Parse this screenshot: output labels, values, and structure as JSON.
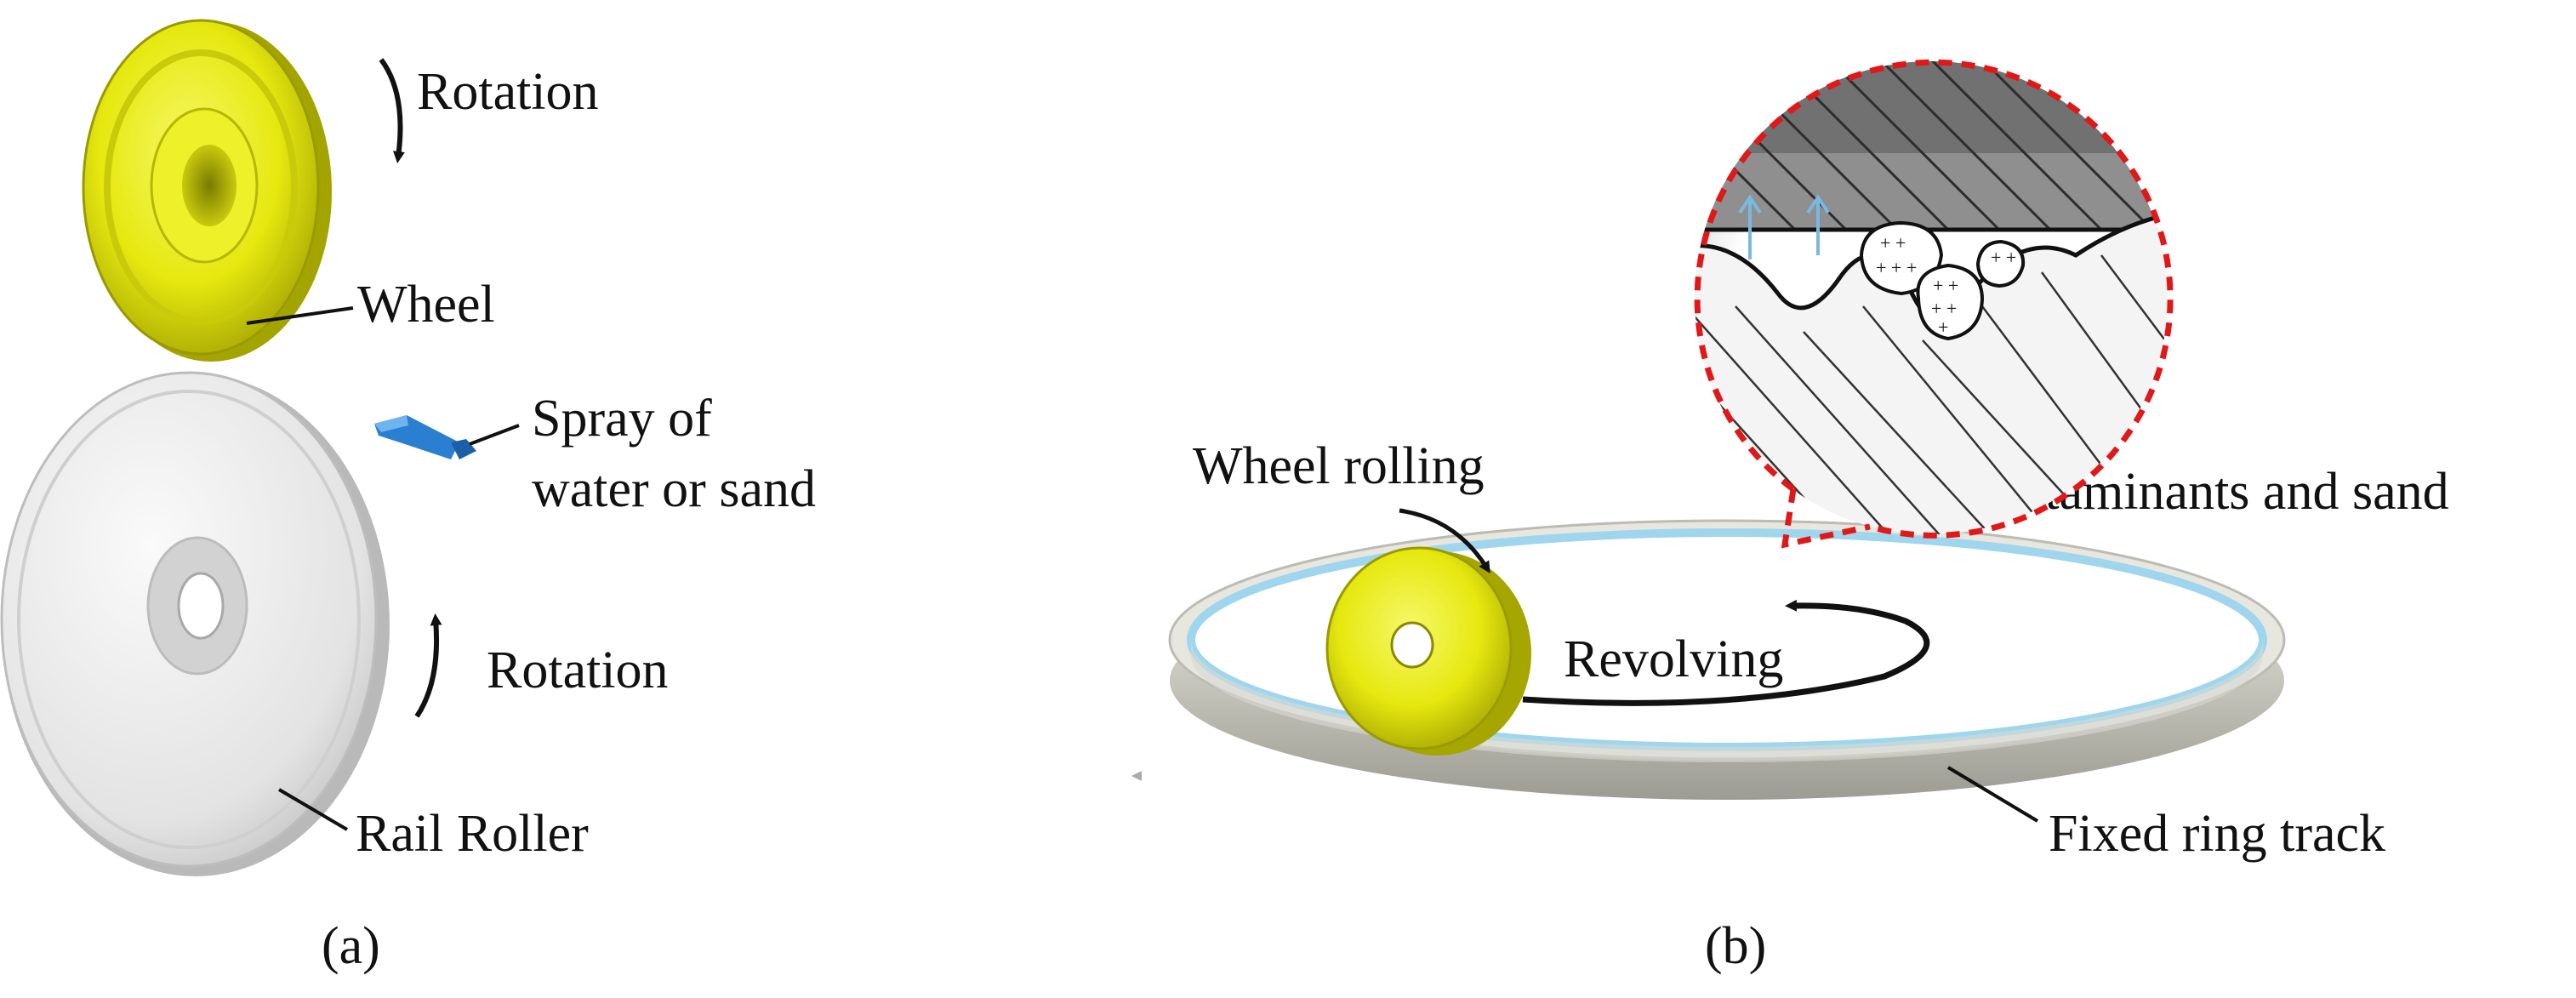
{
  "panel_a": {
    "caption": "(a)",
    "labels": {
      "rotation_top": "Rotation",
      "wheel": "Wheel",
      "spray_line1": "Spray of",
      "spray_line2": "water or sand",
      "rotation_bottom": "Rotation",
      "rail_roller": "Rail Roller"
    }
  },
  "panel_b": {
    "caption": "(b)",
    "labels": {
      "wheel_rolling": "Wheel rolling",
      "contaminants": "Contaminants and sand",
      "revolving": "Revolving",
      "fixed_ring": "Fixed ring track"
    }
  },
  "colors": {
    "wheel": "#e8ea10",
    "roller": "#e2e2e2",
    "spray": "#2a7fd0",
    "ring": "#c9c9c0",
    "ring_inner_glow": "#9fd6ee",
    "callout_border": "#e01818",
    "interface_arrows": "#7ab8e0"
  }
}
